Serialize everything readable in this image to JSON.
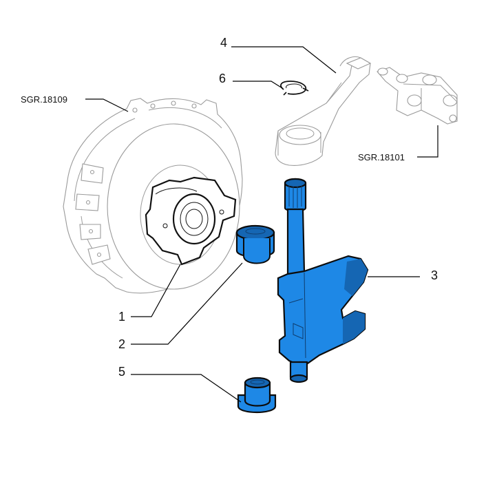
{
  "diagram": {
    "callouts": [
      {
        "id": "c1",
        "label": "1"
      },
      {
        "id": "c2",
        "label": "2"
      },
      {
        "id": "c3",
        "label": "3"
      },
      {
        "id": "c4",
        "label": "4"
      },
      {
        "id": "c5",
        "label": "5"
      },
      {
        "id": "c6",
        "label": "6"
      }
    ],
    "references": [
      {
        "id": "r1",
        "label": "SGR.18109"
      },
      {
        "id": "r2",
        "label": "SGR.18101"
      }
    ],
    "colors": {
      "highlight": "#1e88e6",
      "highlight_dark": "#1566b3",
      "outline": "#111111",
      "ghost": "#9a9a9a"
    }
  }
}
